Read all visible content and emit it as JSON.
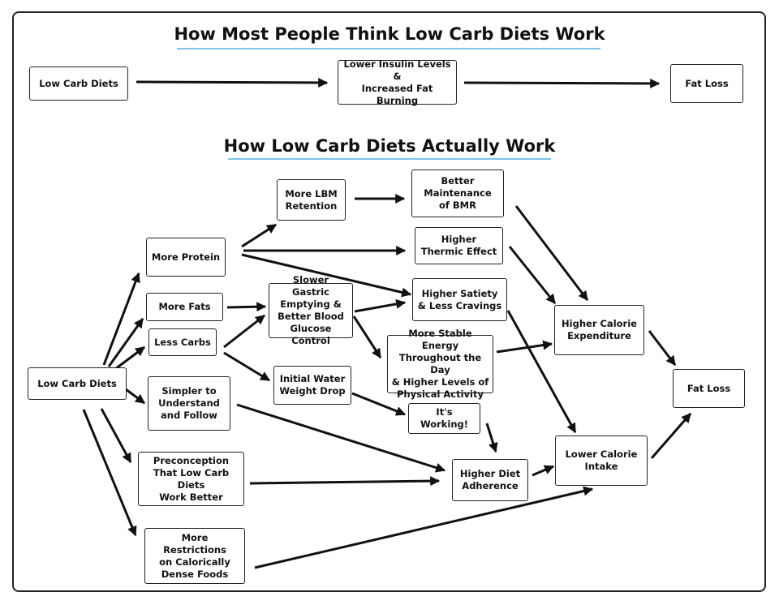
{
  "titles": {
    "top": "How Most People Think Low Carb Diets Work",
    "bottom": "How Low Carb Diets Actually Work"
  },
  "colors": {
    "underline": "#7ec3ea",
    "ink": "#111111"
  },
  "boxes": {
    "top_low_carb_diets": "Low Carb Diets",
    "top_lower_insulin": "Lower Insulin Levels &\nIncreased Fat Burning",
    "top_fat_loss": "Fat Loss",
    "low_carb_diets": "Low Carb Diets",
    "more_protein": "More Protein",
    "more_fats": "More Fats",
    "less_carbs": "Less Carbs",
    "simpler": "Simpler to\nUnderstand\nand Follow",
    "preconception": "Preconception\nThat Low Carb Diets\nWork Better",
    "more_restrictions": "More Restrictions\non Calorically\nDense Foods",
    "more_lbm": "More LBM\nRetention",
    "better_bmr": "Better\nMaintenance\nof BMR",
    "thermic": "Higher\nThermic Effect",
    "slower_gastric": "Slower Gastric\nEmptying &\nBetter Blood\nGlucose Control",
    "satiety": "Higher Satiety\n& Less Cravings",
    "stable_energy": "More Stable Energy\nThroughout the Day\n& Higher Levels of\nPhysical Activity",
    "water_weight": "Initial Water\nWeight Drop",
    "its_working": "It's Working!",
    "adherence": "Higher Diet\nAdherence",
    "calorie_expenditure": "Higher Calorie\nExpenditure",
    "calorie_intake": "Lower Calorie\nIntake",
    "fat_loss": "Fat Loss"
  }
}
